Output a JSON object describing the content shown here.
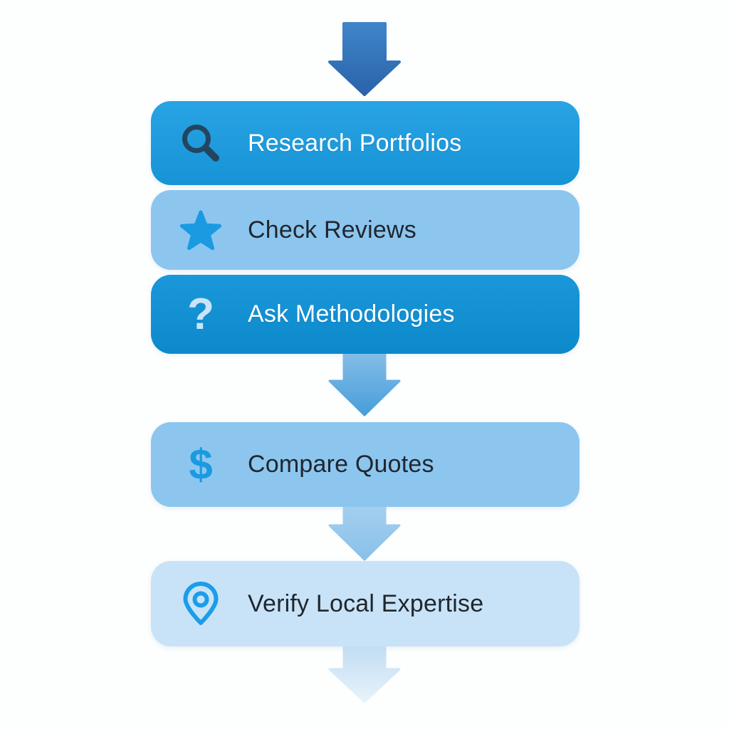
{
  "flow": {
    "steps": [
      {
        "label": "Research Portfolios",
        "icon": "magnifier-icon"
      },
      {
        "label": "Check Reviews",
        "icon": "star-icon"
      },
      {
        "label": "Ask Methodologies",
        "icon": "question-icon"
      },
      {
        "label": "Compare Quotes",
        "icon": "dollar-icon"
      },
      {
        "label": "Verify Local Expertise",
        "icon": "location-pin-icon"
      }
    ],
    "icons": {
      "question_glyph": "?",
      "dollar_glyph": "$"
    },
    "colors": {
      "canvas_bg": "#fdfefe",
      "box_bright": "#189ce2",
      "box_deep": "#0d92d8",
      "box_light": "#8cc6ef",
      "box_pale": "#c8e3f8",
      "text_light": "#ffffff",
      "text_dark": "#20262e",
      "icon_navy": "#24455f",
      "icon_blue": "#1b9ae1",
      "icon_pale": "#c9e4f8",
      "pin_blue": "#1c9de9",
      "arrow_dark_top": "#3f85ca",
      "arrow_dark_bottom": "#2a63a9",
      "arrow_mid_top": "#84bde7",
      "arrow_mid_bottom": "#479eda",
      "arrow_soft_top": "#a3cfef",
      "arrow_soft_bottom": "#8ac1e9",
      "arrow_faint_top": "#c2ddf2",
      "arrow_faint_bottom": "#e7f3fb"
    }
  }
}
